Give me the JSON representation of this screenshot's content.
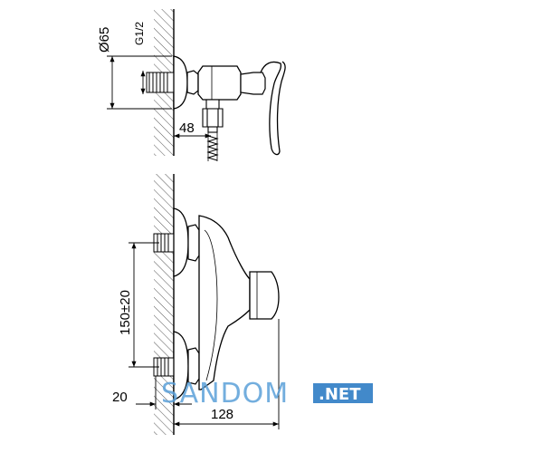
{
  "dimensions": {
    "diameter": "Ø65",
    "thread": "G1/2",
    "outlet_offset": "48",
    "center_distance": "150±20",
    "wall_offset": "20",
    "depth": "128"
  },
  "watermark": {
    "brand": "SANDOM",
    "tld": ".NET",
    "brand_color": "#5aa0d8",
    "badge_color": "#2e7cc4"
  },
  "colors": {
    "line": "#000000",
    "hatch": "#555555"
  }
}
